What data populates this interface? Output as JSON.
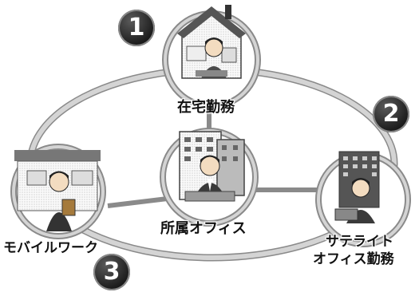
{
  "nodes": {
    "home": {
      "label": "在宅勤務"
    },
    "satellite": {
      "label_line1": "サテライト",
      "label_line2": "オフィス勤務"
    },
    "mobile": {
      "label": "モバイルワーク"
    },
    "office": {
      "label": "所属オフィス"
    }
  },
  "badges": [
    "1",
    "2",
    "3"
  ],
  "colors": {
    "ring": "#c9c9c9",
    "ring_edge": "#8a8a8a",
    "badge": "#2a2a2a",
    "text": "#111111"
  },
  "icons": [
    "house-icon",
    "office-building-icon",
    "storefront-icon",
    "satellite-building-icon",
    "office-worker-icon"
  ]
}
